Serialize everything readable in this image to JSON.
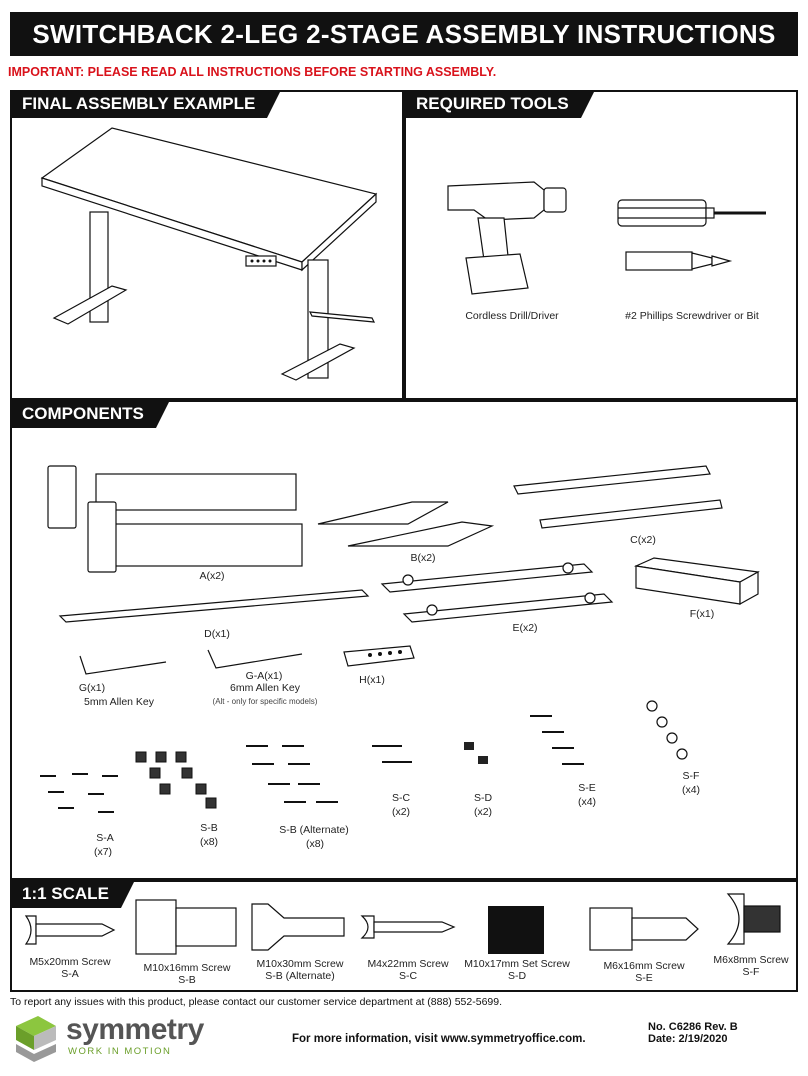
{
  "header": {
    "title": "SWITCHBACK 2-LEG 2-STAGE ASSEMBLY INSTRUCTIONS",
    "important": "IMPORTANT: PLEASE READ ALL INSTRUCTIONS BEFORE STARTING ASSEMBLY."
  },
  "sections": {
    "final_assembly": "FINAL ASSEMBLY EXAMPLE",
    "required_tools": "REQUIRED TOOLS",
    "components": "COMPONENTS",
    "scale": "1:1 SCALE"
  },
  "tools": {
    "drill": "Cordless Drill/Driver",
    "screwdriver": "#2 Phillips Screwdriver or Bit"
  },
  "components": {
    "a": "A(x2)",
    "b": "B(x2)",
    "c": "C(x2)",
    "d": "D(x1)",
    "e": "E(x2)",
    "f": "F(x1)",
    "g": "G(x1)",
    "g_desc": "5mm Allen Key",
    "ga": "G-A(x1)",
    "ga_desc": "6mm Allen Key",
    "ga_note": "(Alt - only for specific models)",
    "h": "H(x1)",
    "sa": "S-A",
    "sa_qty": "(x7)",
    "sb": "S-B",
    "sb_qty": "(x8)",
    "sb_alt": "S-B (Alternate)",
    "sb_alt_qty": "(x8)",
    "sc": "S-C",
    "sc_qty": "(x2)",
    "sd": "S-D",
    "sd_qty": "(x2)",
    "se": "S-E",
    "se_qty": "(x4)",
    "sf": "S-F",
    "sf_qty": "(x4)"
  },
  "scale": {
    "sa_name": "M5x20mm Screw",
    "sa_code": "S-A",
    "sb_name": "M10x16mm Screw",
    "sb_code": "S-B",
    "sb_alt_name": "M10x30mm Screw",
    "sb_alt_code": "S-B (Alternate)",
    "sc_name": "M4x22mm Screw",
    "sc_code": "S-C",
    "sd_name": "M10x17mm Set Screw",
    "sd_code": "S-D",
    "se_name": "M6x16mm Screw",
    "se_code": "S-E",
    "sf_name": "M6x8mm Screw",
    "sf_code": "S-F"
  },
  "footer": {
    "report": "To report any issues with this product, please contact our customer service department at (888) 552-5699.",
    "brand": "symmetry",
    "tagline": "WORK IN MOTION",
    "more_info": "For more information, visit www.symmetryoffice.com.",
    "doc_no": "No. C6286 Rev. B",
    "date": "Date: 2/19/2020"
  },
  "colors": {
    "black": "#111111",
    "important_red": "#d9121b",
    "logo_green": "#6b9f2a",
    "logo_gray": "#555555"
  }
}
